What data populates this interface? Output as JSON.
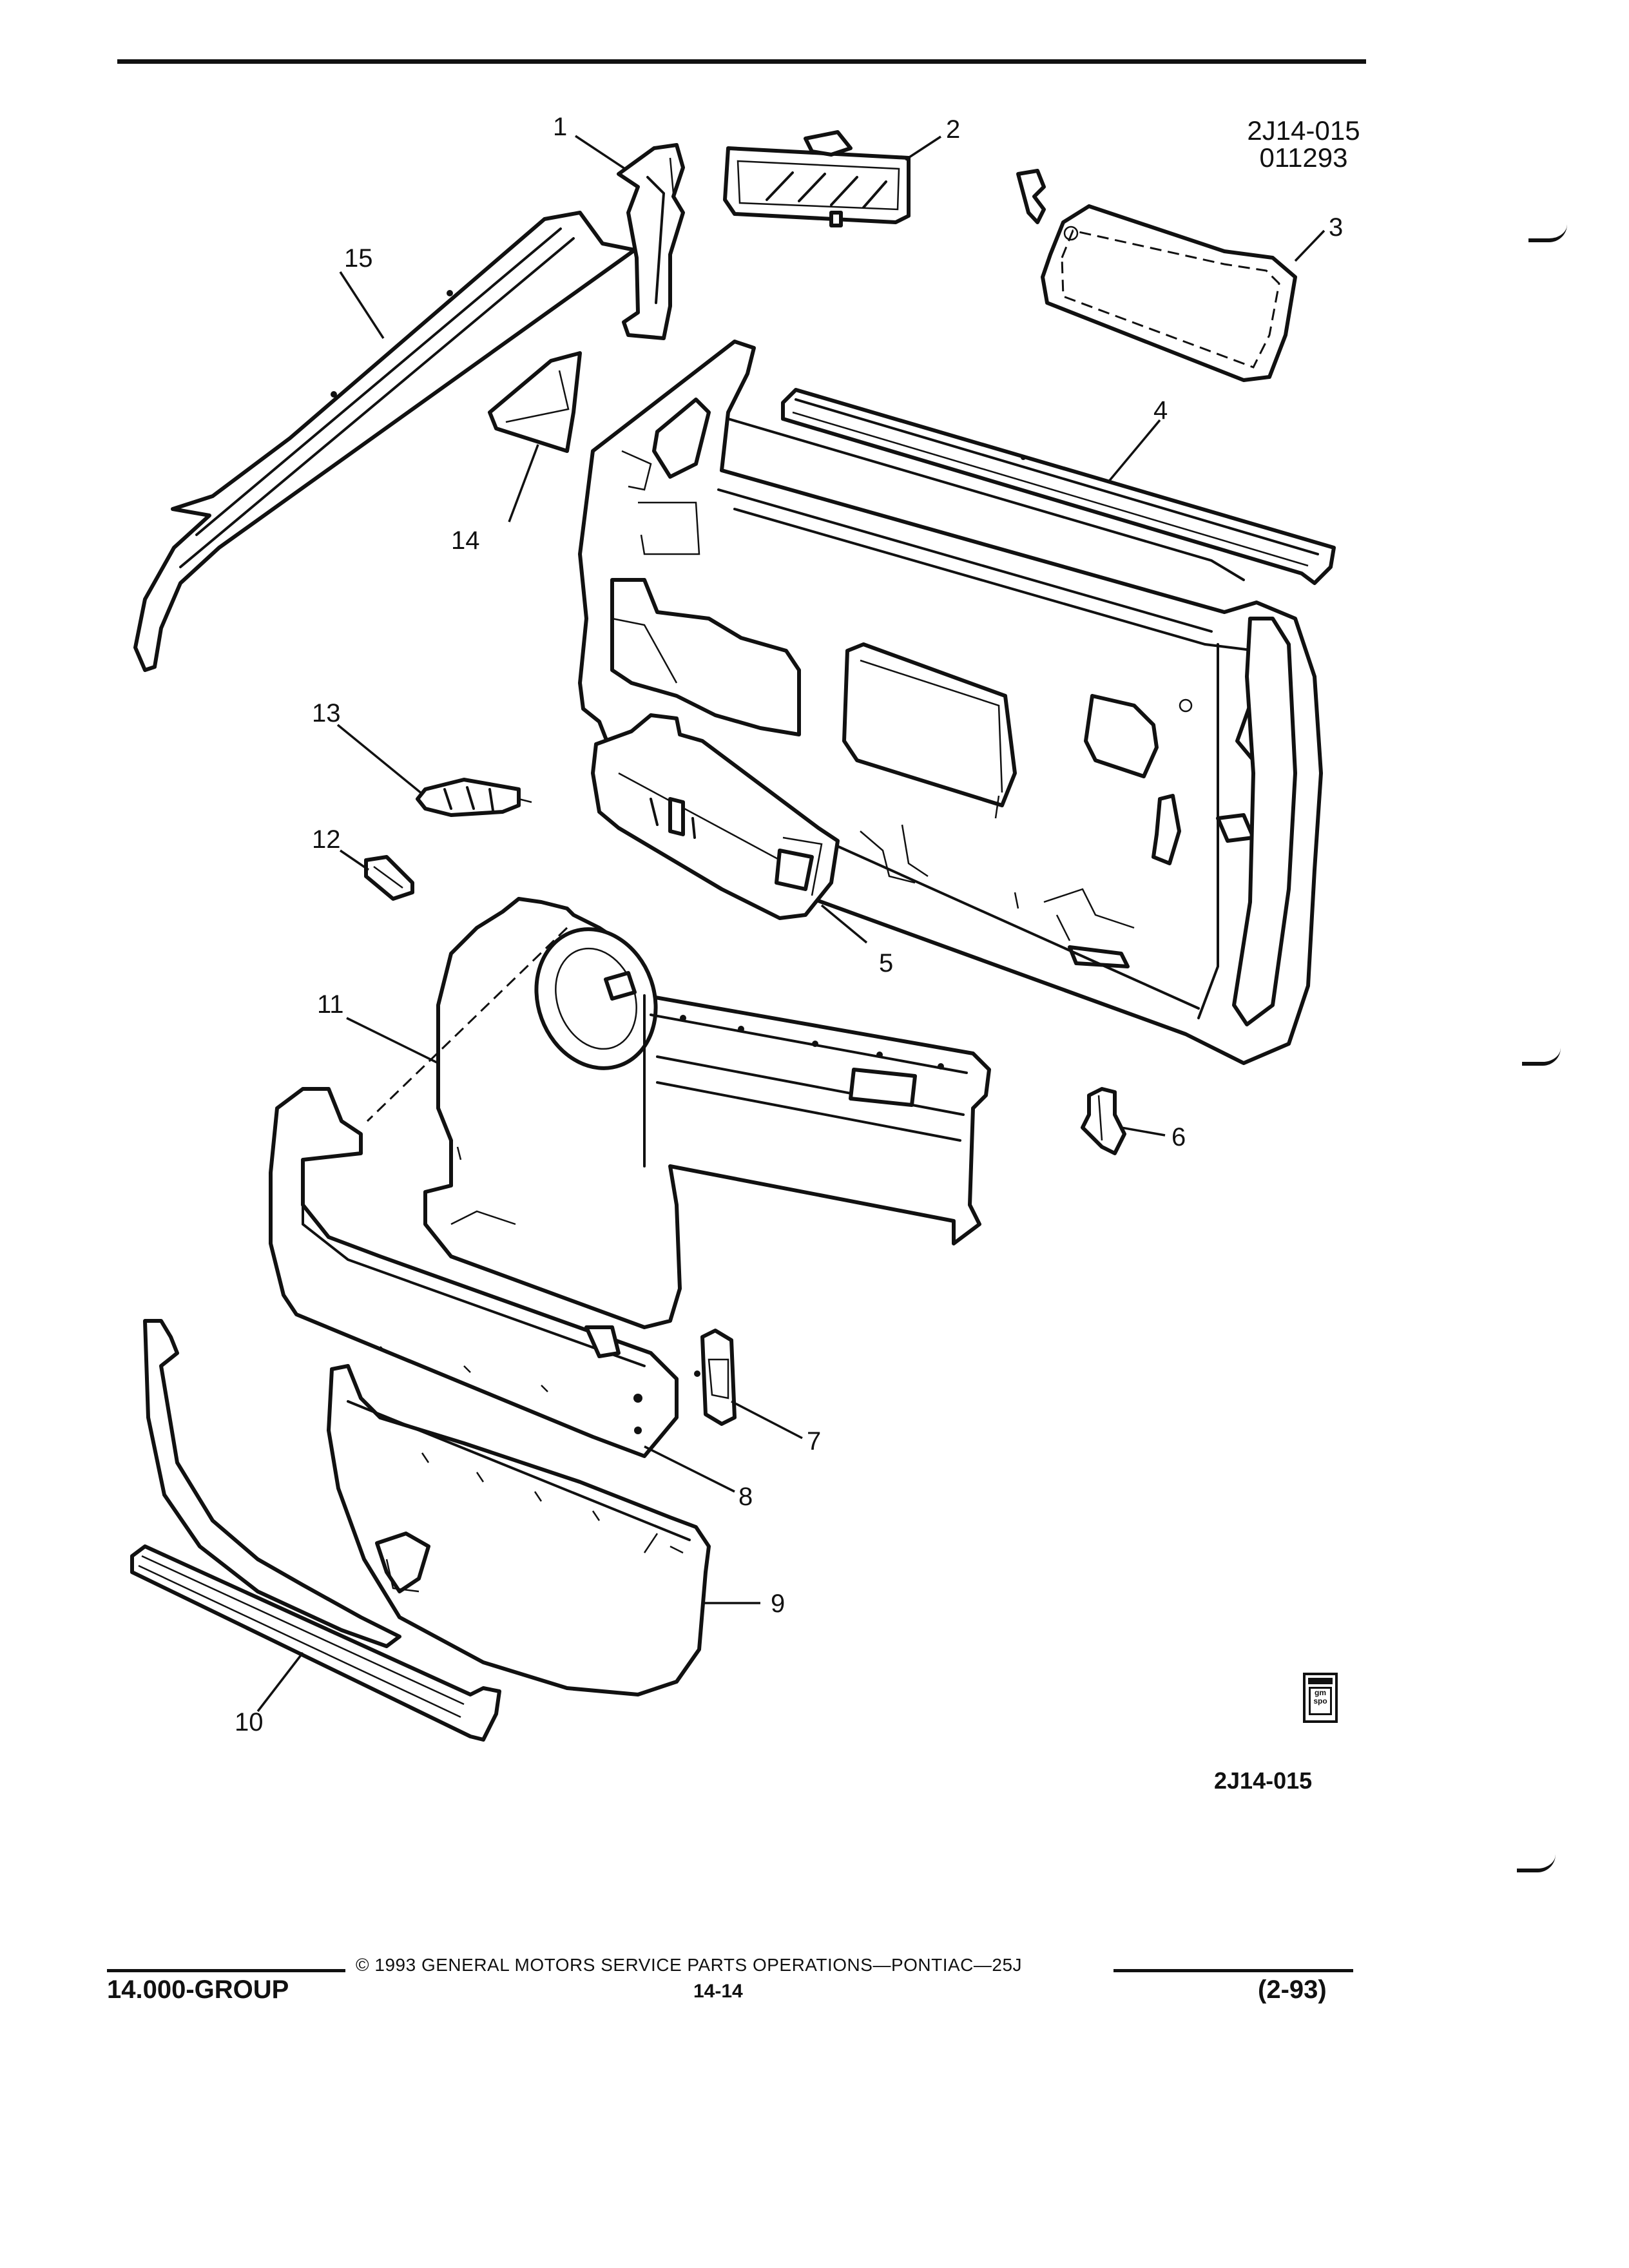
{
  "diagram": {
    "reference_top": [
      "2J14-015",
      "011293"
    ],
    "reference_bottom": "2J14-015",
    "logo_text": [
      "gm",
      "spo"
    ],
    "callouts": [
      "1",
      "2",
      "3",
      "4",
      "5",
      "6",
      "7",
      "8",
      "9",
      "10",
      "11",
      "12",
      "13",
      "14",
      "15"
    ]
  },
  "footer": {
    "copyright": "© 1993  GENERAL MOTORS SERVICE PARTS OPERATIONS—PONTIAC—25J",
    "group": "14.000-GROUP",
    "page": "14-14",
    "date": "(2-93)"
  }
}
